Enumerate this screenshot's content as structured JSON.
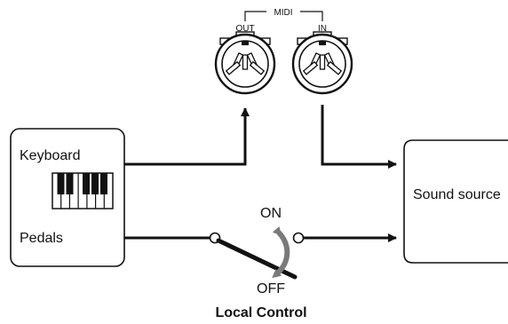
{
  "midi": {
    "label": "MIDI",
    "out_label": "OUT",
    "in_label": "IN"
  },
  "keyboard_unit": {
    "keyboard_label": "Keyboard",
    "pedals_label": "Pedals"
  },
  "sound_source": {
    "label": "Sound source"
  },
  "switch": {
    "on_label": "ON",
    "off_label": "OFF"
  },
  "caption": "Local Control",
  "colors": {
    "line": "#111111",
    "arc": "#7a7a7a",
    "background": "#ffffff"
  }
}
